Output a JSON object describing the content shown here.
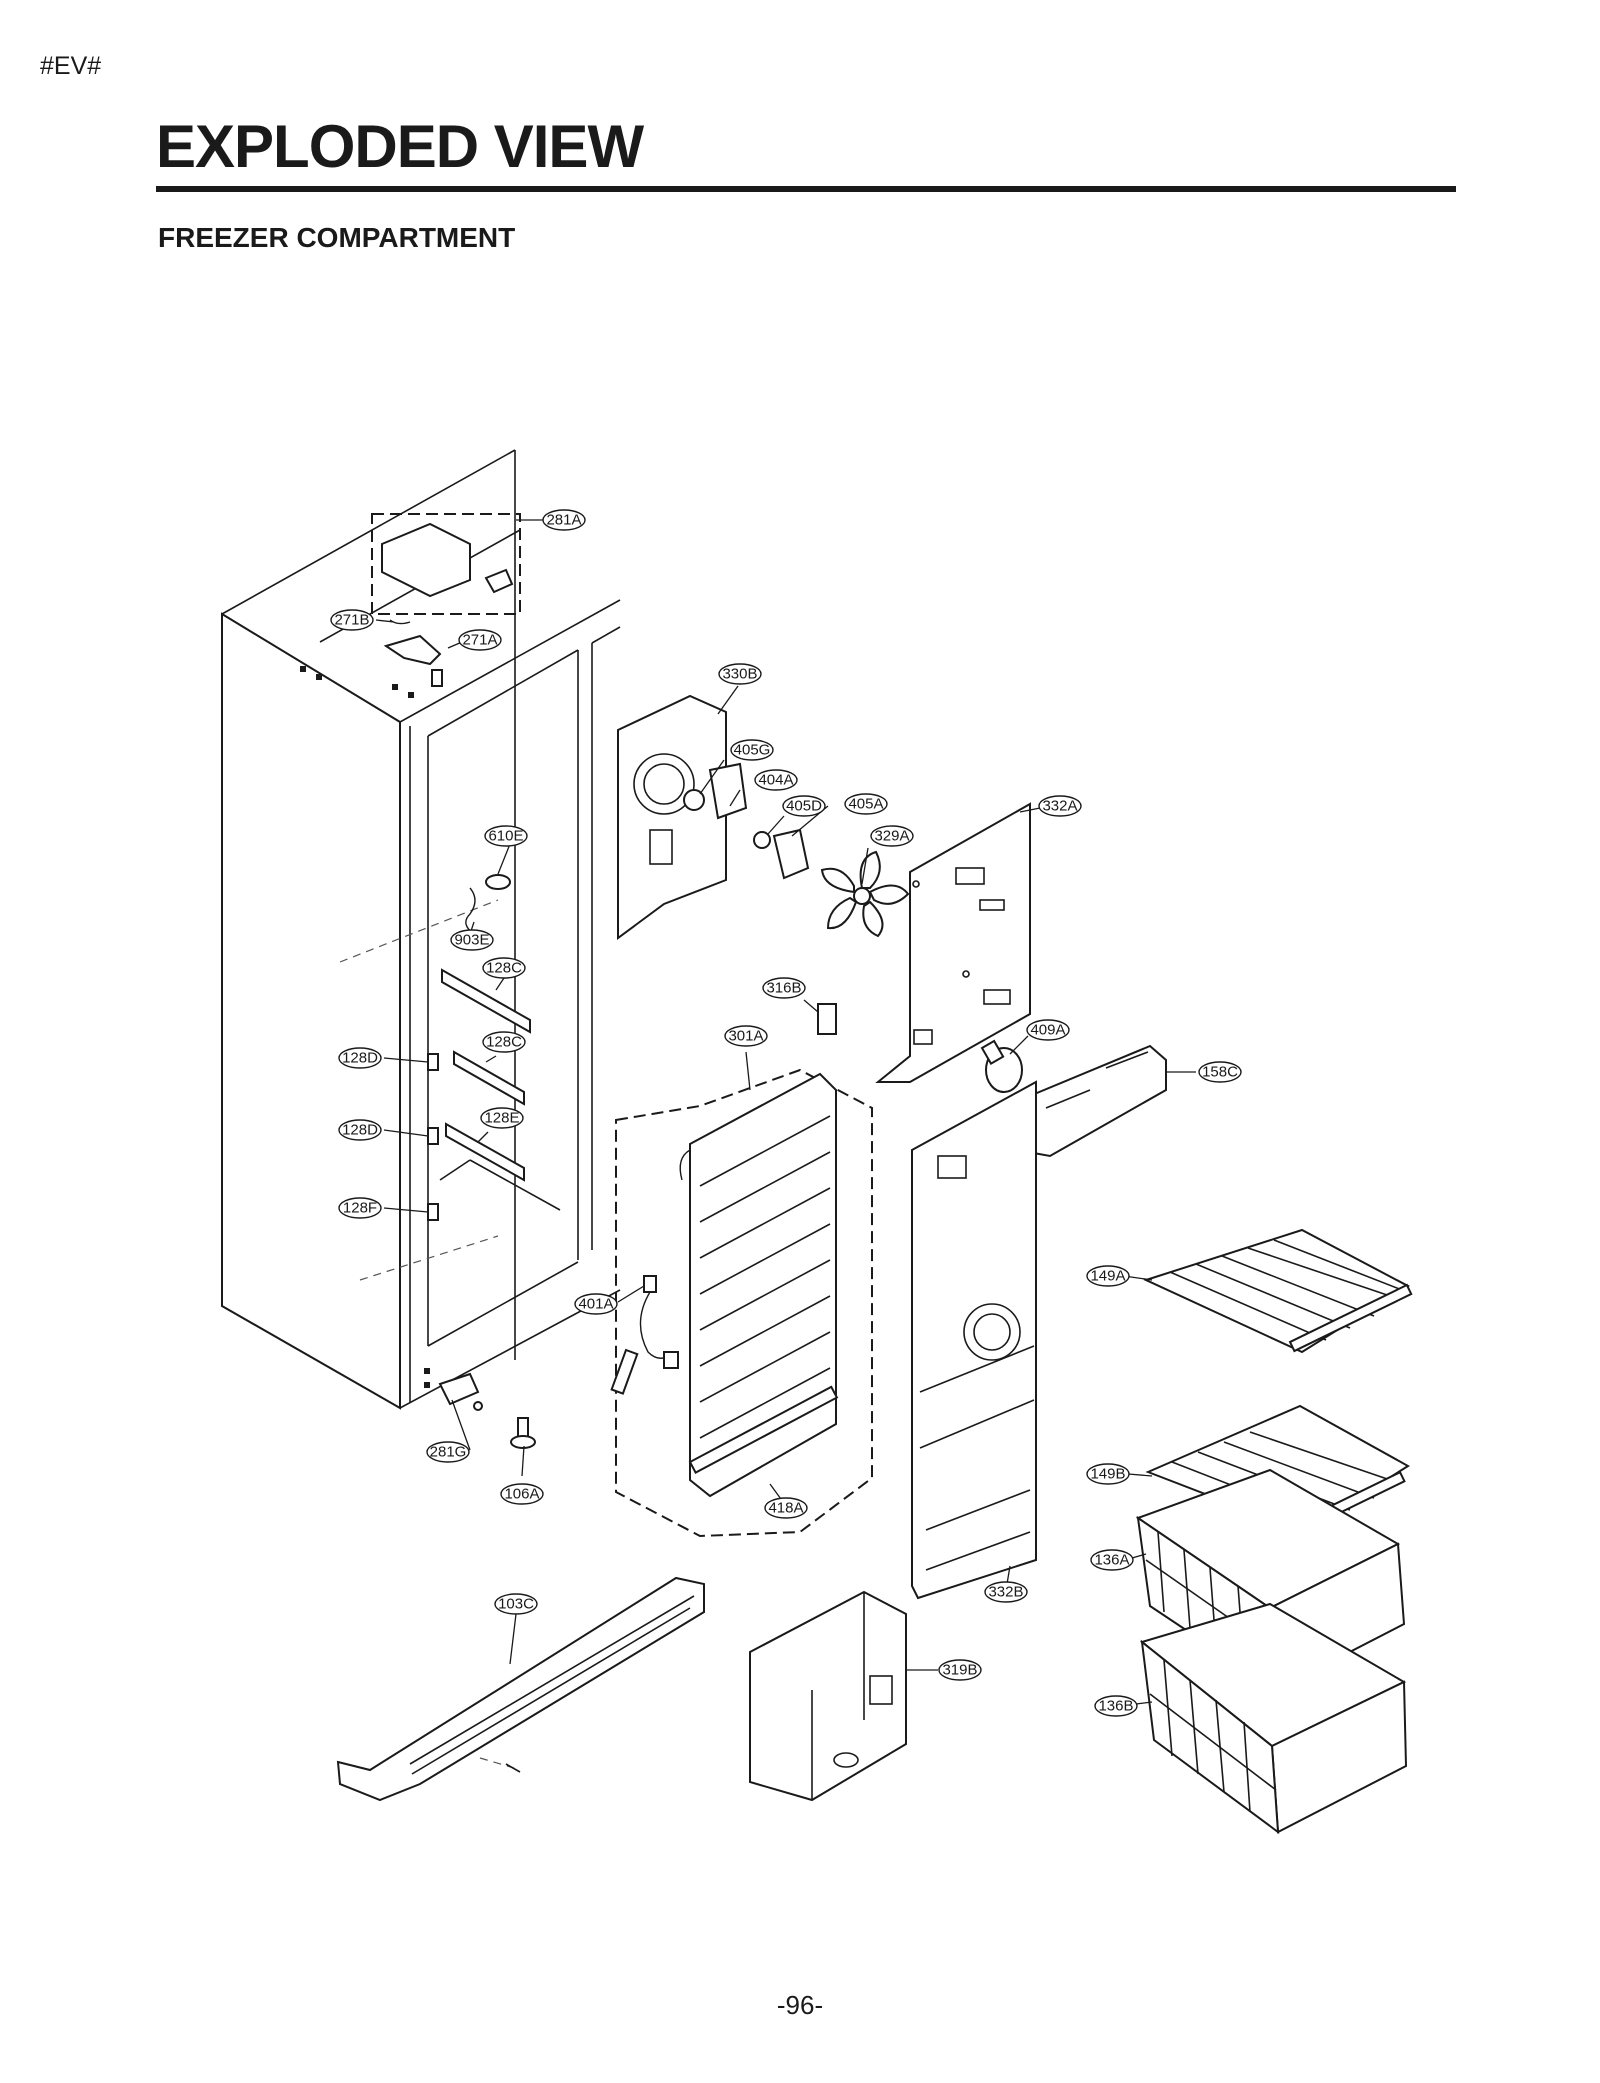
{
  "header": {
    "tag": "#EV#",
    "title": "EXPLODED VIEW",
    "section": "FREEZER COMPARTMENT"
  },
  "footer": {
    "page_number": "-96-"
  },
  "callouts": [
    {
      "id": "281A",
      "label": "281A"
    },
    {
      "id": "271B",
      "label": "271B"
    },
    {
      "id": "271A",
      "label": "271A"
    },
    {
      "id": "330B",
      "label": "330B"
    },
    {
      "id": "405G",
      "label": "405G"
    },
    {
      "id": "404A",
      "label": "404A"
    },
    {
      "id": "405D",
      "label": "405D"
    },
    {
      "id": "405A",
      "label": "405A"
    },
    {
      "id": "332A",
      "label": "332A"
    },
    {
      "id": "329A",
      "label": "329A"
    },
    {
      "id": "610E",
      "label": "610E"
    },
    {
      "id": "903E",
      "label": "903E"
    },
    {
      "id": "128C-1",
      "label": "128C"
    },
    {
      "id": "316B",
      "label": "316B"
    },
    {
      "id": "301A",
      "label": "301A"
    },
    {
      "id": "409A",
      "label": "409A"
    },
    {
      "id": "128D-1",
      "label": "128D"
    },
    {
      "id": "128C-2",
      "label": "128C"
    },
    {
      "id": "158C",
      "label": "158C"
    },
    {
      "id": "128E",
      "label": "128E"
    },
    {
      "id": "128D-2",
      "label": "128D"
    },
    {
      "id": "128F",
      "label": "128F"
    },
    {
      "id": "149A",
      "label": "149A"
    },
    {
      "id": "401A",
      "label": "401A"
    },
    {
      "id": "281G",
      "label": "281G"
    },
    {
      "id": "106A",
      "label": "106A"
    },
    {
      "id": "149B",
      "label": "149B"
    },
    {
      "id": "418A",
      "label": "418A"
    },
    {
      "id": "136A",
      "label": "136A"
    },
    {
      "id": "332B",
      "label": "332B"
    },
    {
      "id": "103C",
      "label": "103C"
    },
    {
      "id": "319B",
      "label": "319B"
    },
    {
      "id": "136B",
      "label": "136B"
    }
  ]
}
